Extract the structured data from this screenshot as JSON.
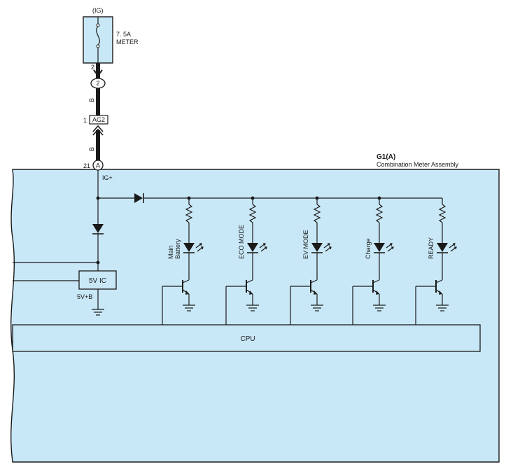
{
  "power": {
    "supply_label": "(IG)",
    "fuse_rating": "7. 5A",
    "fuse_name": "METER"
  },
  "connectors": {
    "fuse_pin": "2",
    "splice_pin": "2",
    "wire_color_1": "B",
    "junction_pin": "1",
    "junction_name": "AG2",
    "wire_color_2": "B",
    "meter_pin": "21",
    "meter_connector": "A"
  },
  "assembly": {
    "code": "G1(A)",
    "name": "Combination Meter Assembly",
    "ig_label": "IG+"
  },
  "ic": {
    "label": "5V IC",
    "output_label": "5V+B"
  },
  "cpu": {
    "label": "CPU"
  },
  "indicators": [
    {
      "label": "Main\nBattery"
    },
    {
      "label": "ECO MODE"
    },
    {
      "label": "EV MODE"
    },
    {
      "label": "Charge"
    },
    {
      "label": "READY"
    }
  ],
  "colors": {
    "panel_fill": "#c9e8f7",
    "line": "#1a1a1a"
  }
}
